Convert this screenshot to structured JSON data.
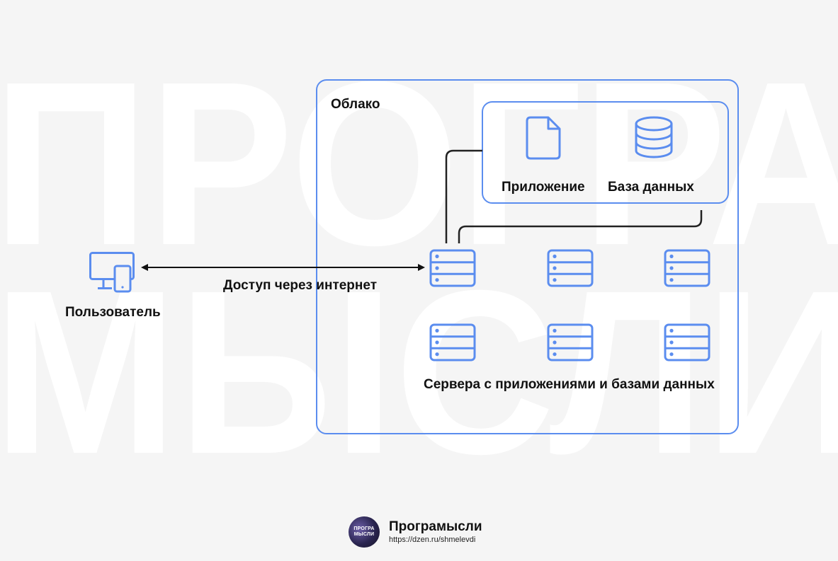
{
  "watermark": {
    "line1": "ПРОГРА",
    "line2": "МЫСЛИ"
  },
  "diagram": {
    "cloud_label": "Облако",
    "app_label": "Приложение",
    "db_label": "База данных",
    "user_label": "Пользователь",
    "access_label": "Доступ через интернет",
    "servers_label": "Сервера с приложениями и базами данных"
  },
  "brand": {
    "logo_line1": "ПРОГРА",
    "logo_line2": "МЫСЛИ",
    "name": "Програмысли",
    "url": "https://dzen.ru/shmelevdi"
  },
  "colors": {
    "accent": "#5b8def",
    "background": "#f5f5f5",
    "text": "#111111"
  },
  "icons": [
    "file-icon",
    "database-icon",
    "devices-icon",
    "server-icon"
  ]
}
